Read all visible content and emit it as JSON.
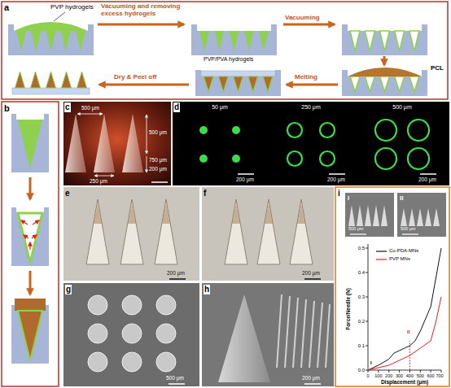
{
  "diagram": {
    "labels": [
      "a",
      "PVP hydrogels",
      "Vacuuming and removing excess hydrogels",
      "Vacuuming",
      "PVP/PVA hydrogels",
      "PCL",
      "Dry & Peel off",
      "Melting",
      "b",
      "c",
      "500 μm",
      "500 μm",
      "750 μm",
      "250 μm",
      "200 μm",
      "d",
      "50 μm",
      "200 μm",
      "250 μm",
      "200 μm",
      "500 μm",
      "200 μm",
      "e",
      "200 μm",
      "f",
      "200 μm",
      "i",
      "I",
      "500 μm",
      "II",
      "500 μm",
      "g",
      "500 μm",
      "h",
      "200 μm",
      "0.5",
      "0.4",
      "0.3",
      "0.2",
      "0.1",
      "0.0",
      "Force/Needle (N)",
      "II",
      "I",
      "0",
      "100",
      "200",
      "300",
      "400",
      "500",
      "600",
      "700",
      "Displacement (μm)"
    ],
    "legend": [
      {
        "text": "Cu-PDA-MNs"
      },
      {
        "text": "PVP MNs"
      }
    ]
  }
}
